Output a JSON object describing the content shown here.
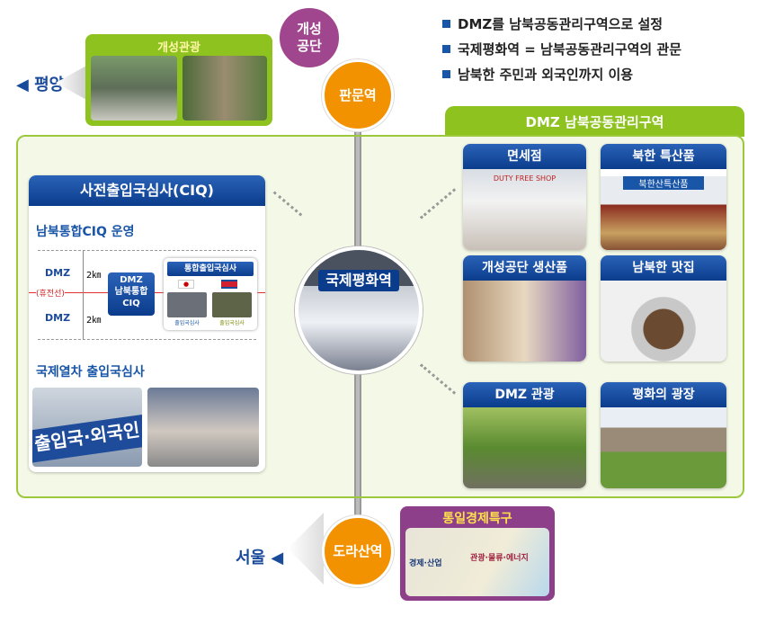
{
  "top_left": {
    "city": "평양",
    "tour_title": "개성관광"
  },
  "stations": {
    "kaesong_complex": "개성\n공단",
    "panmun": "판문역",
    "international": "국제평화역",
    "dorasan": "도라산역"
  },
  "bullets": [
    "DMZ를 남북공동관리구역으로 설정",
    "국제평화역 = 남북공동관리구역의 관문",
    "남북한 주민과 외국인까지 이용"
  ],
  "zone_title": "DMZ 남북공동관리구역",
  "ciq": {
    "title": "사전출입국심사(CIQ)",
    "section1": "남북통합CIQ 운영",
    "dmz1": "DMZ",
    "dmz2": "DMZ",
    "dist1": "2㎞",
    "dist2": "2㎞",
    "armistice": "(휴전선)",
    "box": "DMZ\n남북통합\nCIQ",
    "integrated": "통합출입국심사",
    "south_caption": "출입국심사",
    "north_caption": "출입국심사",
    "section2": "국제열차 출입국심사",
    "photo_sign": "출입국·외국인"
  },
  "facilities": [
    {
      "label": "면세점",
      "sign": "DUTY FREE SHOP"
    },
    {
      "label": "북한 특산품",
      "sign": "북한산특산품"
    },
    {
      "label": "개성공단 생산품"
    },
    {
      "label": "남북한 맛집"
    },
    {
      "label": "DMZ 관광"
    },
    {
      "label": "평화의 광장"
    }
  ],
  "bottom": {
    "city": "서울",
    "zone_title": "통일경제특구",
    "map_left": "경제·산업",
    "map_right": "관광·물류·에너지"
  },
  "colors": {
    "blue": "#0b3c8c",
    "green": "#8dc21f",
    "orange": "#f39200",
    "purple": "#a0468f"
  }
}
